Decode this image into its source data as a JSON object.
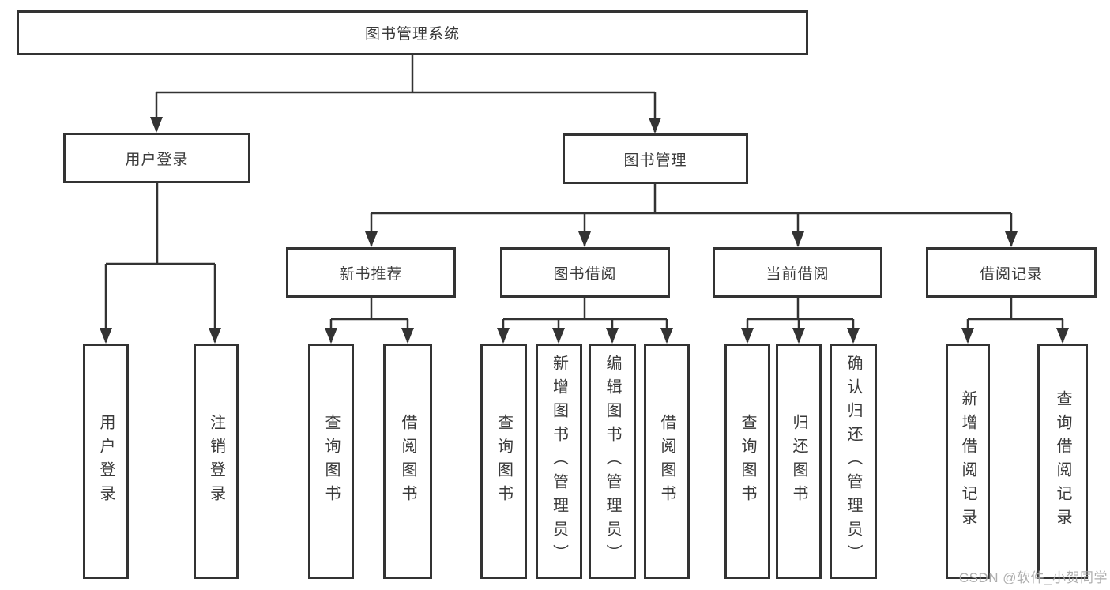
{
  "diagram": {
    "type": "tree-flowchart",
    "nodes": {
      "root": "图书管理系统",
      "user_login": "用户登录",
      "book_mgmt": "图书管理",
      "new_book_rec": "新书推荐",
      "book_borrow": "图书借阅",
      "current_borrow": "当前借阅",
      "borrow_records": "借阅记录",
      "ul_user_login": "用户登录",
      "ul_logout": "注销登录",
      "nbr_query_book": "查询图书",
      "nbr_borrow_book": "借阅图书",
      "bb_query_book": "查询图书",
      "bb_add_book": "新增图书（管理员）",
      "bb_edit_book": "编辑图书（管理员）",
      "bb_borrow_book": "借阅图书",
      "cb_query_book": "查询图书",
      "cb_return_book": "归还图书",
      "cb_confirm_return": "确认归还（管理员）",
      "br_add_record": "新增借阅记录",
      "br_query_record": "查询借阅记录"
    },
    "hierarchy": {
      "图书管理系统": {
        "用户登录": [
          "用户登录",
          "注销登录"
        ],
        "图书管理": {
          "新书推荐": [
            "查询图书",
            "借阅图书"
          ],
          "图书借阅": [
            "查询图书",
            "新增图书（管理员）",
            "编辑图书（管理员）",
            "借阅图书"
          ],
          "当前借阅": [
            "查询图书",
            "归还图书",
            "确认归还（管理员）"
          ],
          "借阅记录": [
            "新增借阅记录",
            "查询借阅记录"
          ]
        }
      }
    },
    "colors": {
      "line": "#333333",
      "box_border": "#333333",
      "text": "#3a3a3a",
      "background": "#ffffff",
      "watermark": "#a8a8a8"
    }
  },
  "watermark": "CSDN @软件_小贺同学"
}
